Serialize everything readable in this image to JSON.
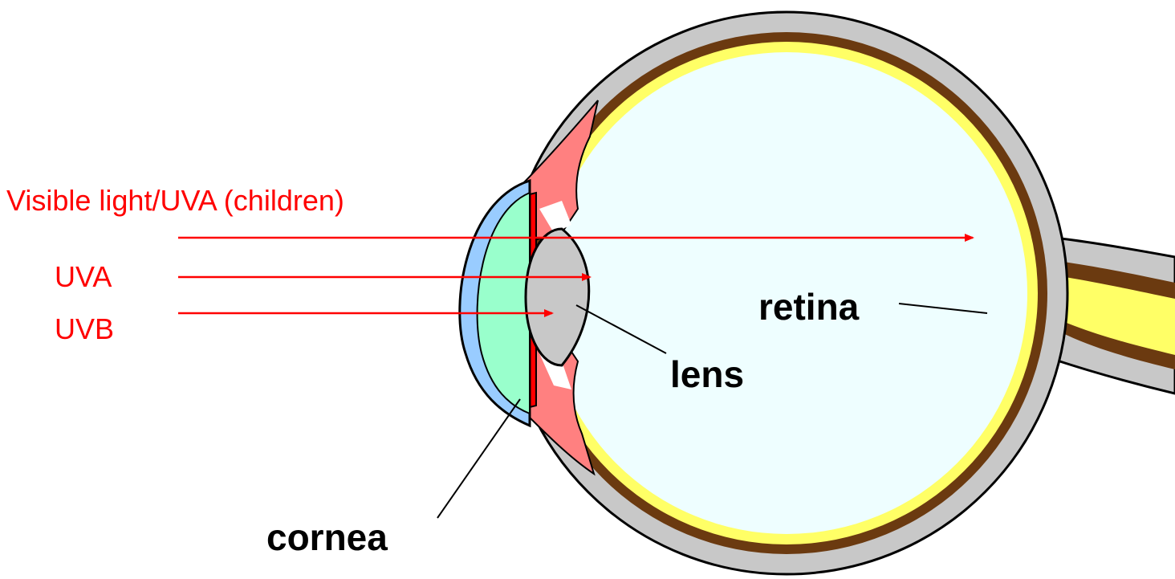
{
  "labels": {
    "visible_light": "Visible light/UVA (children)",
    "uva": "UVA",
    "uvb": "UVB",
    "retina": "retina",
    "lens": "lens",
    "cornea": "cornea"
  },
  "colors": {
    "arrow": "#ff0000",
    "sclera_outer": "#c8c8c8",
    "choroid": "#6b3a10",
    "retina_layer": "#ffff66",
    "vitreous": "#eefeff",
    "cornea": "#99ffcc",
    "cornea_edge": "#99ccff",
    "iris": "#ff8080",
    "iris_dark": "#ff0000",
    "lens": "#c8c8c8"
  }
}
